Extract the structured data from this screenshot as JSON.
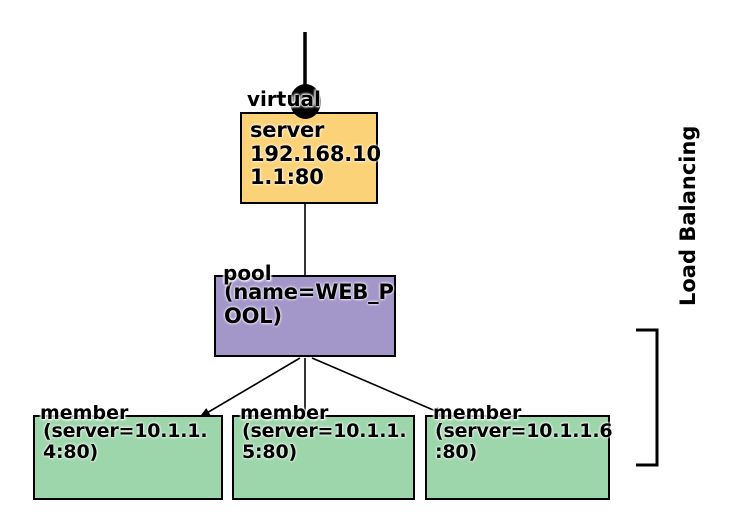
{
  "diagram": {
    "title": "Load Balancing",
    "colors": {
      "virtual_server_fill": "#fbd277",
      "pool_fill": "#a396c9",
      "member_fill": "#9ed6ac",
      "stroke": "#000000",
      "background": "#ffffff"
    },
    "virtual_server": {
      "label": "virtual",
      "line1": "server",
      "line2": "192.168.10",
      "line3": "1.1:80",
      "address": "192.168.101.1:80"
    },
    "pool": {
      "label": "pool",
      "line1": "(name=WEB_P",
      "line2": "OOL)",
      "name": "WEB_POOL"
    },
    "members": [
      {
        "label": "member",
        "line1": "(server=10.1.1.",
        "line2": "4:80)",
        "server": "10.1.1.4:80"
      },
      {
        "label": "member",
        "line1": "(server=10.1.1.",
        "line2": "5:80)",
        "server": "10.1.1.5:80"
      },
      {
        "label": "member",
        "line1": "(server=10.1.1.6",
        "line2": ":80)",
        "server": "10.1.1.6:80"
      }
    ],
    "annotation": {
      "line1": "Load",
      "line2": "Balancing",
      "text": "Load Balancing"
    }
  }
}
